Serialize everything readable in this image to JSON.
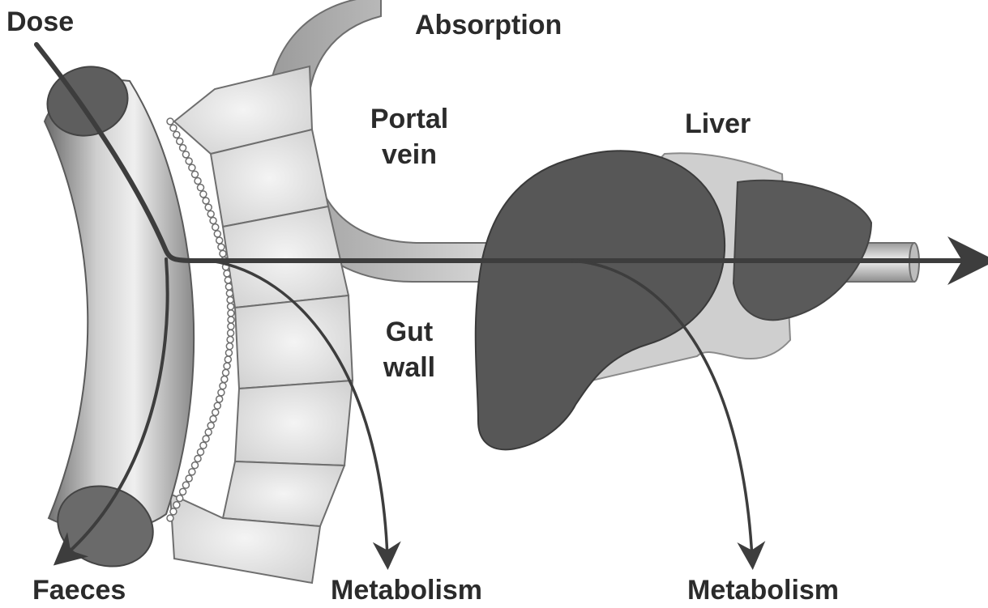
{
  "labels": {
    "dose": "Dose",
    "absorption": "Absorption",
    "portal_vein_line1": "Portal",
    "portal_vein_line2": "vein",
    "liver": "Liver",
    "gut_wall_line1": "Gut",
    "gut_wall_line2": "wall",
    "faeces": "Faeces",
    "metabolism_gut": "Metabolism",
    "metabolism_liver": "Metabolism"
  },
  "colors": {
    "arrow": "#3d3d3d",
    "liver": "#5a5a5a",
    "gut_tube": "#a8a8a8",
    "cells": "#d9d9d9",
    "vein": "#c4c4c4"
  },
  "icons": {
    "intestine": "gut-tube-icon",
    "liver": "liver-icon",
    "vein": "portal-vein-icon"
  }
}
